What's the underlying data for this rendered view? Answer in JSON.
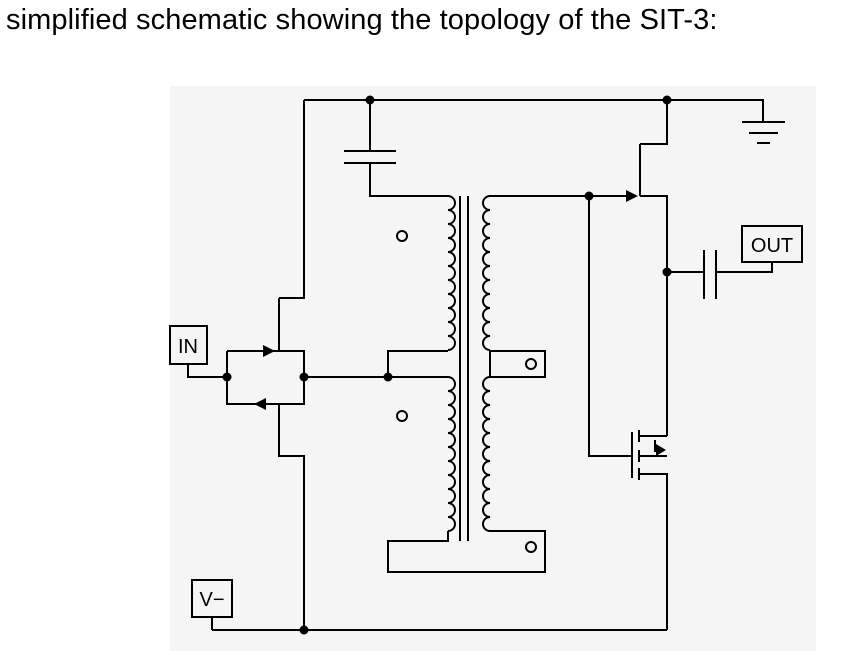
{
  "caption": "simplified schematic showing the topology of the SIT-3:",
  "labels": {
    "in": "IN",
    "out": "OUT",
    "vminus": "V−"
  },
  "colors": {
    "background": "#ffffff",
    "panel": "#f5f5f5",
    "ink": "#000000"
  }
}
